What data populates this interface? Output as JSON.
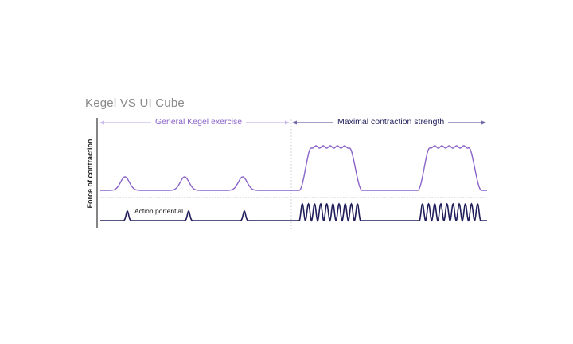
{
  "title": "Kegel VS UI  Cube",
  "y_axis_label": "Force of contraction",
  "sections": {
    "general": "General Kegel exercise",
    "maximal": "Maximal contraction strength"
  },
  "action_potential_label": "Action portential",
  "colors": {
    "force": "#8a63c9",
    "action": "#1f1d5a",
    "general_arrow": "#c9b8ea",
    "maximal_arrow": "#6d68a8",
    "divider": "#bbbbbb"
  }
}
